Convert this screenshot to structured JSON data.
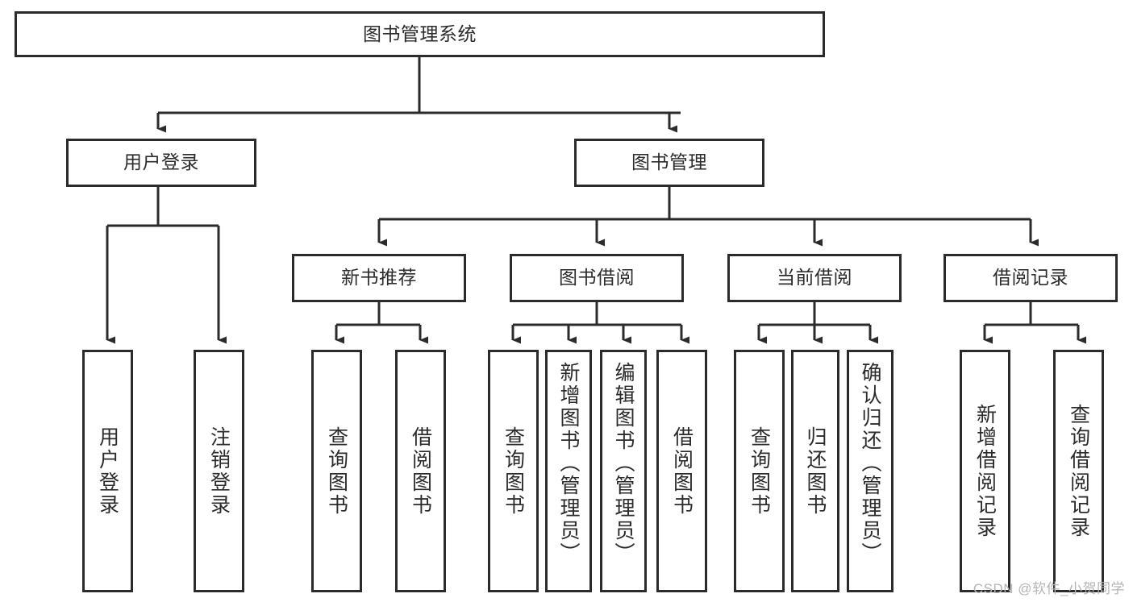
{
  "diagram": {
    "title": "图书管理系统",
    "type": "hierarchy-tree",
    "watermark": "CSDN @软件_小贺同学",
    "colors": {
      "stroke": "#2b2b2b",
      "fill": "#ffffff",
      "text": "#2b2b2b",
      "watermark": "#b4b4b4"
    },
    "nodes": {
      "root": {
        "label": "图书管理系统",
        "level": 1,
        "orientation": "horizontal"
      },
      "user_login": {
        "label": "用户登录",
        "level": 2,
        "orientation": "horizontal"
      },
      "book_manage": {
        "label": "图书管理",
        "level": 2,
        "orientation": "horizontal"
      },
      "new_book_rec": {
        "label": "新书推荐",
        "level": 3,
        "orientation": "horizontal"
      },
      "book_borrow": {
        "label": "图书借阅",
        "level": 3,
        "orientation": "horizontal"
      },
      "current_borrow": {
        "label": "当前借阅",
        "level": 3,
        "orientation": "horizontal"
      },
      "borrow_record": {
        "label": "借阅记录",
        "level": 3,
        "orientation": "horizontal"
      },
      "leaf_user_login": {
        "label": "用户登录",
        "level": 4,
        "orientation": "vertical"
      },
      "leaf_logout": {
        "label": "注销登录",
        "level": 4,
        "orientation": "vertical"
      },
      "leaf_query_book_1": {
        "label": "查询图书",
        "level": 4,
        "orientation": "vertical"
      },
      "leaf_borrow_book_1": {
        "label": "借阅图书",
        "level": 4,
        "orientation": "vertical"
      },
      "leaf_query_book_2": {
        "label": "查询图书",
        "level": 4,
        "orientation": "vertical"
      },
      "leaf_add_book": {
        "label": "新增图书（管理员）",
        "level": 4,
        "orientation": "vertical"
      },
      "leaf_edit_book": {
        "label": "编辑图书（管理员）",
        "level": 4,
        "orientation": "vertical"
      },
      "leaf_borrow_book_2": {
        "label": "借阅图书",
        "level": 4,
        "orientation": "vertical"
      },
      "leaf_query_book_3": {
        "label": "查询图书",
        "level": 4,
        "orientation": "vertical"
      },
      "leaf_return_book": {
        "label": "归还图书",
        "level": 4,
        "orientation": "vertical"
      },
      "leaf_confirm_return": {
        "label": "确认归还（管理员）",
        "level": 4,
        "orientation": "vertical"
      },
      "leaf_add_record": {
        "label": "新增借阅记录",
        "level": 4,
        "orientation": "vertical"
      },
      "leaf_query_record": {
        "label": "查询借阅记录",
        "level": 4,
        "orientation": "vertical"
      }
    },
    "edges": [
      {
        "from": "root",
        "to": "user_login"
      },
      {
        "from": "root",
        "to": "book_manage"
      },
      {
        "from": "user_login",
        "to": "leaf_user_login"
      },
      {
        "from": "user_login",
        "to": "leaf_logout"
      },
      {
        "from": "book_manage",
        "to": "new_book_rec"
      },
      {
        "from": "book_manage",
        "to": "book_borrow"
      },
      {
        "from": "book_manage",
        "to": "current_borrow"
      },
      {
        "from": "book_manage",
        "to": "borrow_record"
      },
      {
        "from": "new_book_rec",
        "to": "leaf_query_book_1"
      },
      {
        "from": "new_book_rec",
        "to": "leaf_borrow_book_1"
      },
      {
        "from": "book_borrow",
        "to": "leaf_query_book_2"
      },
      {
        "from": "book_borrow",
        "to": "leaf_add_book"
      },
      {
        "from": "book_borrow",
        "to": "leaf_edit_book"
      },
      {
        "from": "book_borrow",
        "to": "leaf_borrow_book_2"
      },
      {
        "from": "current_borrow",
        "to": "leaf_query_book_3"
      },
      {
        "from": "current_borrow",
        "to": "leaf_return_book"
      },
      {
        "from": "current_borrow",
        "to": "leaf_confirm_return"
      },
      {
        "from": "borrow_record",
        "to": "leaf_add_record"
      },
      {
        "from": "borrow_record",
        "to": "leaf_query_record"
      }
    ]
  }
}
